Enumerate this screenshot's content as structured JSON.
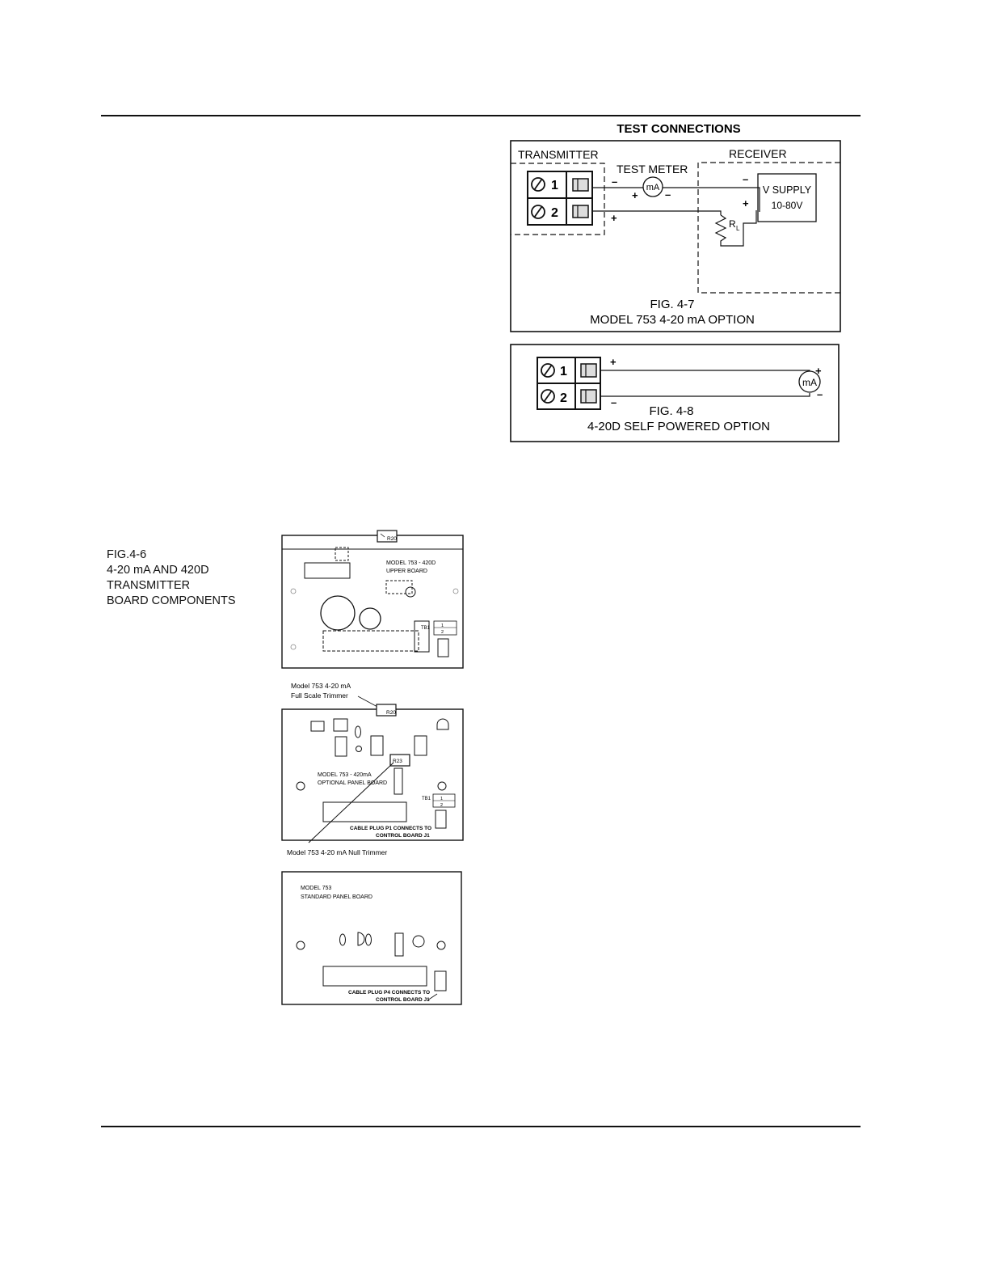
{
  "header": {
    "title": "TEST CONNECTIONS"
  },
  "fig47": {
    "transmitter_label": "TRANSMITTER",
    "receiver_label": "RECEIVER",
    "test_meter_label": "TEST METER",
    "meter_symbol": "mA",
    "terminal_1": "1",
    "terminal_2": "2",
    "supply_line1": "V SUPPLY",
    "supply_line2": "10-80V",
    "load_resistor": "R",
    "load_resistor_sub": "L",
    "plus": "+",
    "minus": "–",
    "fig_number": "FIG. 4-7",
    "fig_title": "MODEL 753 4-20 mA OPTION"
  },
  "fig48": {
    "terminal_1": "1",
    "terminal_2": "2",
    "meter_symbol": "mA",
    "plus": "+",
    "minus": "–",
    "fig_number": "FIG. 4-8",
    "fig_title": "4-20D SELF POWERED OPTION"
  },
  "fig46": {
    "caption": [
      "FIG.4-6",
      "4-20 mA AND 420D",
      "TRANSMITTER",
      "BOARD COMPONENTS"
    ],
    "upper_board": {
      "trimmer": "R20",
      "label_line1": "MODEL 753 - 420D",
      "label_line2": "UPPER BOARD",
      "tb": "TB1",
      "t1": "1",
      "t2": "2"
    },
    "optional_board": {
      "callout_full_scale_1": "Model 753 4-20 mA",
      "callout_full_scale_2": "Full Scale Trimmer",
      "trimmer_r20": "R20",
      "trimmer_r23": "R23",
      "label_line1": "MODEL 753 - 420mA",
      "label_line2": "OPTIONAL PANEL BOARD",
      "tb": "TB1",
      "t1": "1",
      "t2": "2",
      "cable_line1": "CABLE PLUG P1 CONNECTS TO",
      "cable_line2": "CONTROL BOARD J1",
      "callout_null": "Model 753 4-20 mA Null Trimmer"
    },
    "standard_board": {
      "label_line1": "MODEL 753",
      "label_line2": "STANDARD PANEL BOARD",
      "cable_line1": "CABLE PLUG P4 CONNECTS TO",
      "cable_line2": "CONTROL BOARD J1"
    }
  }
}
